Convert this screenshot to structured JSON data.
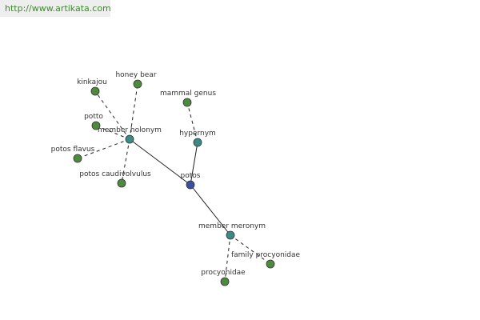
{
  "header": {
    "url": "http://www.artikata.com"
  },
  "colors": {
    "leaf": "#4e8a3e",
    "relation": "#3a8a85",
    "center": "#3b4fa0",
    "edge": "#222222"
  },
  "graph": {
    "nodes": [
      {
        "id": "potos",
        "label": "potos",
        "kind": "center"
      },
      {
        "id": "member_holonym",
        "label": "member holonym",
        "kind": "relation"
      },
      {
        "id": "hypernym",
        "label": "hypernym",
        "kind": "relation"
      },
      {
        "id": "member_meronym",
        "label": "member meronym",
        "kind": "relation"
      },
      {
        "id": "kinkajou",
        "label": "kinkajou",
        "kind": "leaf"
      },
      {
        "id": "honey_bear",
        "label": "honey bear",
        "kind": "leaf"
      },
      {
        "id": "potto",
        "label": "potto",
        "kind": "leaf"
      },
      {
        "id": "potos_flavus",
        "label": "potos flavus",
        "kind": "leaf"
      },
      {
        "id": "potos_caudivolvulus",
        "label": "potos caudivolvulus",
        "kind": "leaf"
      },
      {
        "id": "mammal_genus",
        "label": "mammal genus",
        "kind": "leaf"
      },
      {
        "id": "family_procyonidae",
        "label": "family procyonidae",
        "kind": "leaf"
      },
      {
        "id": "procyonidae",
        "label": "procyonidae",
        "kind": "leaf"
      }
    ],
    "edges": [
      {
        "from": "potos",
        "to": "member_holonym",
        "style": "solid"
      },
      {
        "from": "potos",
        "to": "hypernym",
        "style": "solid"
      },
      {
        "from": "potos",
        "to": "member_meronym",
        "style": "solid"
      },
      {
        "from": "member_holonym",
        "to": "kinkajou",
        "style": "dashed"
      },
      {
        "from": "member_holonym",
        "to": "honey_bear",
        "style": "dashed"
      },
      {
        "from": "member_holonym",
        "to": "potto",
        "style": "dashed"
      },
      {
        "from": "member_holonym",
        "to": "potos_flavus",
        "style": "dashed"
      },
      {
        "from": "member_holonym",
        "to": "potos_caudivolvulus",
        "style": "dashed"
      },
      {
        "from": "hypernym",
        "to": "mammal_genus",
        "style": "dashed"
      },
      {
        "from": "member_meronym",
        "to": "family_procyonidae",
        "style": "dashed"
      },
      {
        "from": "member_meronym",
        "to": "procyonidae",
        "style": "dashed"
      }
    ]
  }
}
